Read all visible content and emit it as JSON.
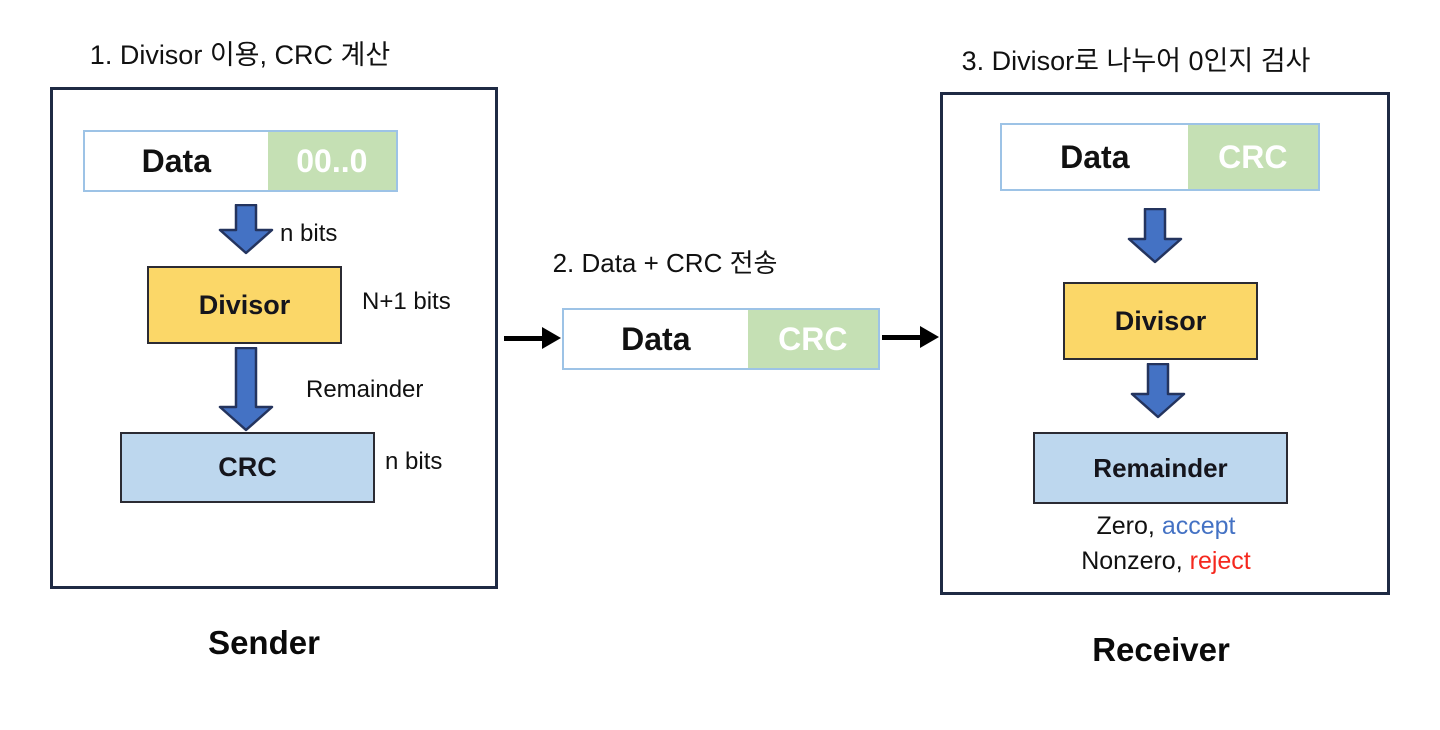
{
  "sender": {
    "step_title": "1. Divisor 이용, CRC 계산",
    "data_box": {
      "left": "Data",
      "right": "00..0"
    },
    "arrow1_label": "n bits",
    "divisor_label": "Divisor",
    "divisor_side_label": "N+1 bits",
    "arrow2_label": "Remainder",
    "crc_label": "CRC",
    "crc_side_label": "n bits",
    "caption": "Sender"
  },
  "transmission": {
    "step_title": "2. Data + CRC 전송",
    "data_box": {
      "left": "Data",
      "right": "CRC"
    }
  },
  "receiver": {
    "step_title": "3. Divisor로 나누어 0인지 검사",
    "data_box": {
      "left": "Data",
      "right": "CRC"
    },
    "divisor_label": "Divisor",
    "remainder_label": "Remainder",
    "zero_text": "Zero,",
    "zero_result": "accept",
    "nonzero_text": "Nonzero,",
    "nonzero_result": "reject",
    "caption": "Receiver"
  },
  "colors": {
    "panel_border": "#1F2A44",
    "node_border": "#2B2B33",
    "data_box_border": "#9DC3E6",
    "green_fill": "#C5E0B4",
    "yellow_fill": "#FBD768",
    "light_blue_fill": "#BDD7EE",
    "arrow_fill": "#4472C4",
    "arrow_border": "#24345E",
    "accept_color": "#4472C4",
    "reject_color": "#F5281E",
    "transfer_arrow_color": "#000000"
  }
}
